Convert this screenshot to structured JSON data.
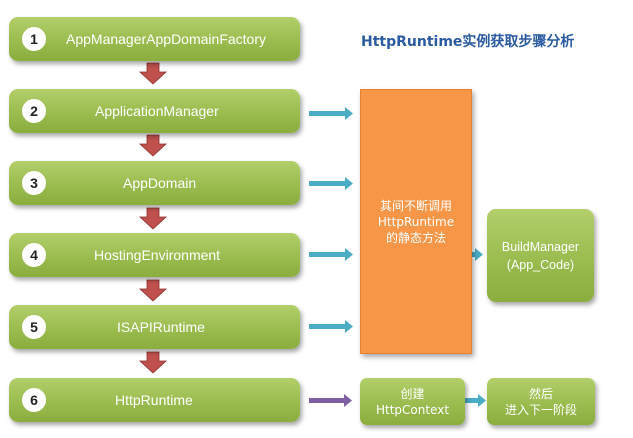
{
  "title": "HttpRuntime实例获取步骤分析",
  "steps": [
    {
      "num": "1",
      "label": "AppManagerAppDomainFactory"
    },
    {
      "num": "2",
      "label": "ApplicationManager"
    },
    {
      "num": "3",
      "label": "AppDomain"
    },
    {
      "num": "4",
      "label": "HostingEnvironment"
    },
    {
      "num": "5",
      "label": "ISAPIRuntime"
    },
    {
      "num": "6",
      "label": "HttpRuntime"
    }
  ],
  "static_box": {
    "line1": "其间不断调用",
    "line2": "HttpRuntime",
    "line3": "的静态方法"
  },
  "build_box": {
    "line1": "BuildManager",
    "line2": "(App_Code)"
  },
  "context_box": {
    "line1": "创建",
    "line2": "HttpContext"
  },
  "next_box": {
    "line1": "然后",
    "line2": "进入下一阶段"
  },
  "colors": {
    "step_green": "#9bbc4f",
    "down_arrow": "#c0504d",
    "right_arrow": "#4bacc6",
    "purple_arrow": "#7e5fa2",
    "orange_box": "#f79646",
    "title_blue": "#2a5aa0"
  }
}
